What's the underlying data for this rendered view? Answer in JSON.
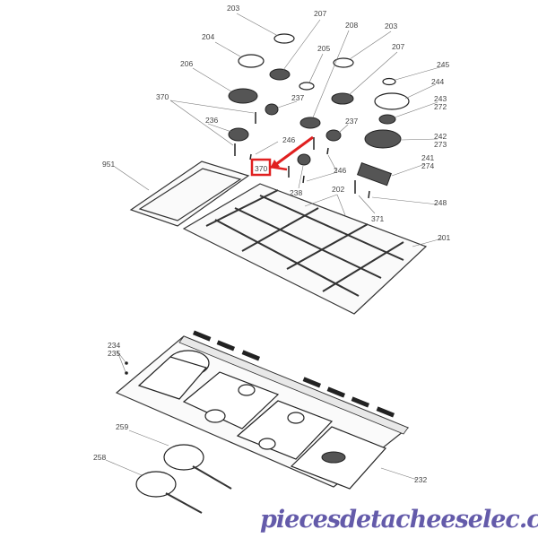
{
  "diagram": {
    "labels": {
      "l203a": "203",
      "l207a": "207",
      "l204": "204",
      "l208": "208",
      "l203b": "203",
      "l205": "205",
      "l207b": "207",
      "l245": "245",
      "l206": "206",
      "l244": "244",
      "l243": "243",
      "l272": "272",
      "l370a": "370",
      "l237a": "237",
      "l236": "236",
      "l237b": "237",
      "l246a": "246",
      "l242": "242",
      "l273": "273",
      "l951": "951",
      "l370b": "370",
      "l246b": "246",
      "l241": "241",
      "l274": "274",
      "l238": "238",
      "l202": "202",
      "l248": "248",
      "l371": "371",
      "l201": "201",
      "l234": "234",
      "l235": "235",
      "l259": "259",
      "l258": "258",
      "l232": "232"
    },
    "highlight_color": "#e02020",
    "watermark": "piecesdetacheeselec.com"
  }
}
